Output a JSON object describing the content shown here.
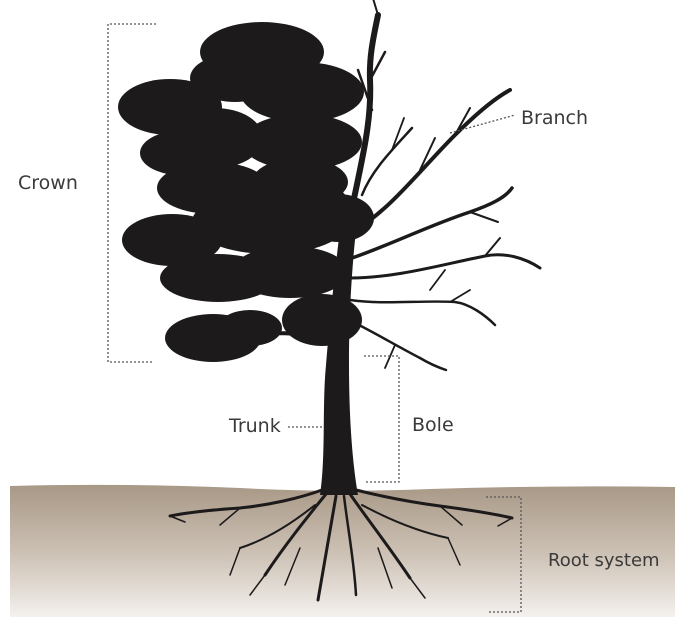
{
  "labels": {
    "crown": "Crown",
    "branch": "Branch",
    "trunk": "Trunk",
    "bole": "Bole",
    "root_system": "Root system"
  },
  "colors": {
    "silhouette": "#1c1a1b",
    "soil_top": "#a89886",
    "soil_bottom": "#f4f1ee",
    "guide": "#555555",
    "label": "#3a3a3a"
  }
}
